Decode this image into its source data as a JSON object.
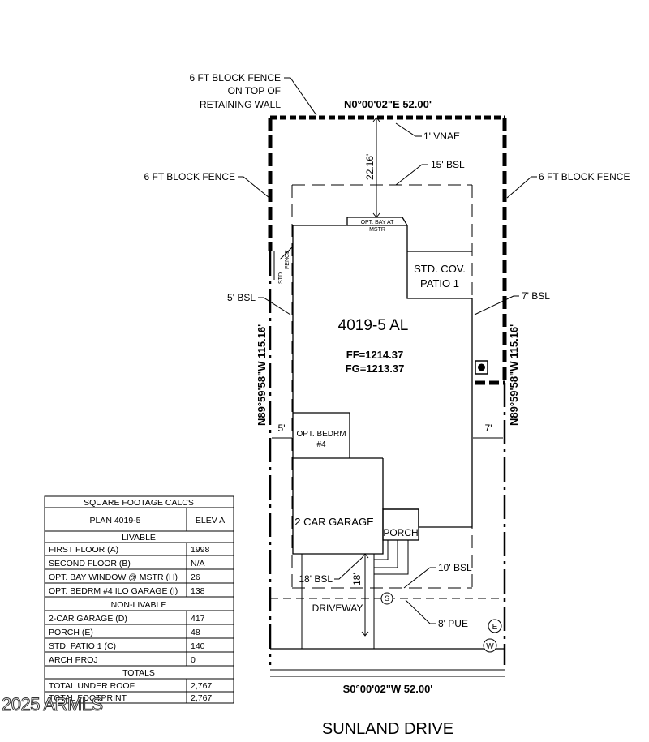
{
  "labels": {
    "fence_top_left": [
      "6 FT BLOCK FENCE",
      "ON TOP OF",
      "RETAINING WALL"
    ],
    "bearing_north": "N0°00'02\"E  52.00'",
    "vnae": "1' VNAE",
    "dim_rear": "22.16'",
    "bsl_15": "15' BSL",
    "fence_left": "6 FT BLOCK FENCE",
    "fence_right": "6 FT BLOCK FENCE",
    "opt_bay": [
      "OPT. BAY AT",
      "MSTR"
    ],
    "std_fence": [
      "STD.",
      "FENCE"
    ],
    "patio": [
      "STD. COV.",
      "PATIO 1"
    ],
    "bsl_5": "5' BSL",
    "bsl_7": "7' BSL",
    "plan_name": "4019-5 AL",
    "ff": "FF=1214.37",
    "fg": "FG=1213.37",
    "side_left": "N89°59'58\"W  115.16'",
    "side_right": "N89°59'58\"W  115.16'",
    "dim_5": "5'",
    "dim_7": "7'",
    "opt_bedrm": [
      "OPT. BEDRM",
      "#4"
    ],
    "garage": "2 CAR GARAGE",
    "porch": "PORCH",
    "bsl_10": "10' BSL",
    "bsl_18": "18' BSL",
    "dim_18": "18'",
    "driveway": "DRIVEWAY",
    "pue": "8' PUE",
    "marker_s": "S",
    "marker_e": "E",
    "marker_w": "W",
    "bearing_south": "S0°00'02\"W  52.00'",
    "street": "SUNLAND DRIVE",
    "copyright": "2025 ARMLS"
  },
  "sqft_table": {
    "title": "SQUARE FOOTAGE CALCS",
    "plan": "PLAN 4019-5",
    "elev": "ELEV A",
    "livable_header": "LIVABLE",
    "livable": [
      {
        "label": "FIRST FLOOR (A)",
        "value": "1998"
      },
      {
        "label": "SECOND FLOOR (B)",
        "value": "N/A"
      },
      {
        "label": "OPT. BAY WINDOW @ MSTR (H)",
        "value": "26"
      },
      {
        "label": "OPT. BEDRM #4 ILO GARAGE (I)",
        "value": "138"
      }
    ],
    "nonlivable_header": "NON-LIVABLE",
    "nonlivable": [
      {
        "label": "2-CAR GARAGE (D)",
        "value": "417"
      },
      {
        "label": "PORCH (E)",
        "value": "48"
      },
      {
        "label": "STD. PATIO 1 (C)",
        "value": "140"
      },
      {
        "label": "ARCH PROJ",
        "value": "0"
      }
    ],
    "totals_header": "TOTALS",
    "totals": [
      {
        "label": "TOTAL UNDER ROOF",
        "value": "2,767"
      },
      {
        "label": "TOTAL FOOTPRINT",
        "value": "2,767"
      }
    ]
  }
}
